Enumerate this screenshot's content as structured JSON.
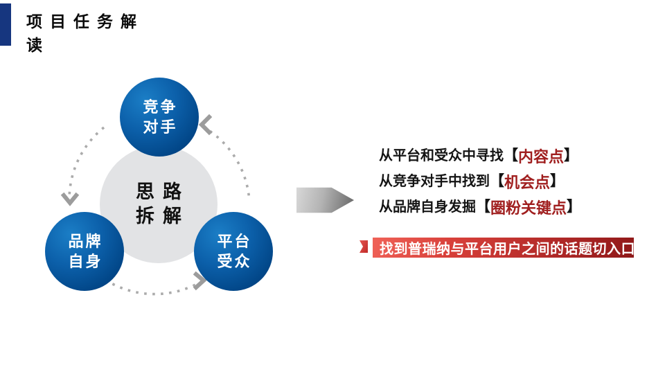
{
  "header": {
    "title_line1": "项目任务解",
    "title_line2": "读"
  },
  "diagram": {
    "center": {
      "line1": "思路",
      "line2": "拆解"
    },
    "nodes": {
      "competitors": {
        "line1": "竞争",
        "line2": "对手"
      },
      "brand": {
        "line1": "品牌",
        "line2": "自身"
      },
      "platform_audience": {
        "line1": "平台",
        "line2": "受众"
      }
    }
  },
  "insights": {
    "bracket_open": "【",
    "bracket_close": "】",
    "lines": [
      {
        "prefix": "从平台和受众中寻找",
        "keyword": "内容点"
      },
      {
        "prefix": "从竞争对手中找到",
        "keyword": "机会点"
      },
      {
        "prefix": "从品牌自身发掘",
        "keyword": "圈粉关键点"
      }
    ]
  },
  "banner": {
    "text": "找到普瑞纳与平台用户之间的话题切入口"
  },
  "colors": {
    "accent_bar_blue": "#16367f",
    "node_blue": "#0c60aa",
    "keyword_red": "#a01f1f",
    "banner_red": "#c02a28",
    "arc_gray": "#ababab"
  }
}
